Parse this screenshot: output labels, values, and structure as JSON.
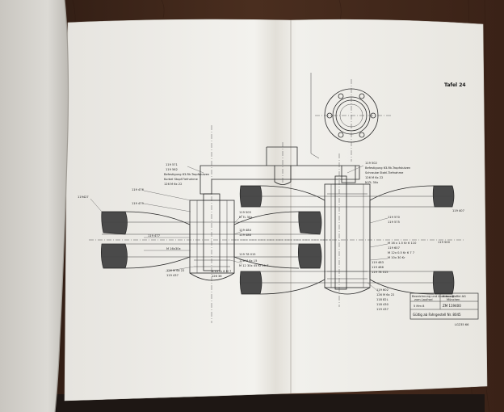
{
  "plate": {
    "title": "Tafel 24",
    "footer_code": "LG235 66"
  },
  "labels": {
    "left": [
      "119427",
      "119 476",
      "119 479",
      "119 477",
      "M 16x30x",
      "126 M 6x 22",
      "119 437"
    ],
    "left_top": [
      "119 571",
      "119 562",
      "Befestigung 63-Rk-Tropfstutzen",
      "Kurbel Stopf-Tiefnahme",
      "126 M 6x 22"
    ],
    "mid": [
      "119 505",
      "M 7L 30x",
      "119 484",
      "119 486",
      "119 78 015",
      "126 M 6x 15",
      "M 12 30x 45 Kr 11.7",
      "A 15 Kr 8 M 7",
      "126 36"
    ],
    "right_top": [
      "119 502",
      "Befestigung 63-Rk-Tropfstutzen",
      "Schraube Stahl-Tiefnahme",
      "126 M 6x 22",
      "M PL 30x"
    ],
    "right": [
      "119 407",
      "119 570",
      "119 575",
      "119 500",
      "M 16 x 1.5 Kr 6 110",
      "119 607",
      "M 12x 0.5 Kr 6 7 7",
      "M 10x 30 Kr",
      "119 483",
      "119 486",
      "119 78 015",
      "119 602",
      "126 M 6x 22",
      "118 82L",
      "118 430",
      "119 437"
    ]
  },
  "title_block": {
    "line1": "Bezeichnung und Anordnung",
    "line2": "zum Laufrad",
    "line3": "Kraus-Maffei AG",
    "line4": "München",
    "scale": "5 Mm 8",
    "drawing_no": "ZM 119400",
    "validity": "Gültig ab Fahrgestell Nr. 8045"
  },
  "colors": {
    "table": "#3a2419",
    "paper": "#eeeae2",
    "paper_shadow": "#b9b4aa",
    "ink": "#2a2a2a"
  }
}
